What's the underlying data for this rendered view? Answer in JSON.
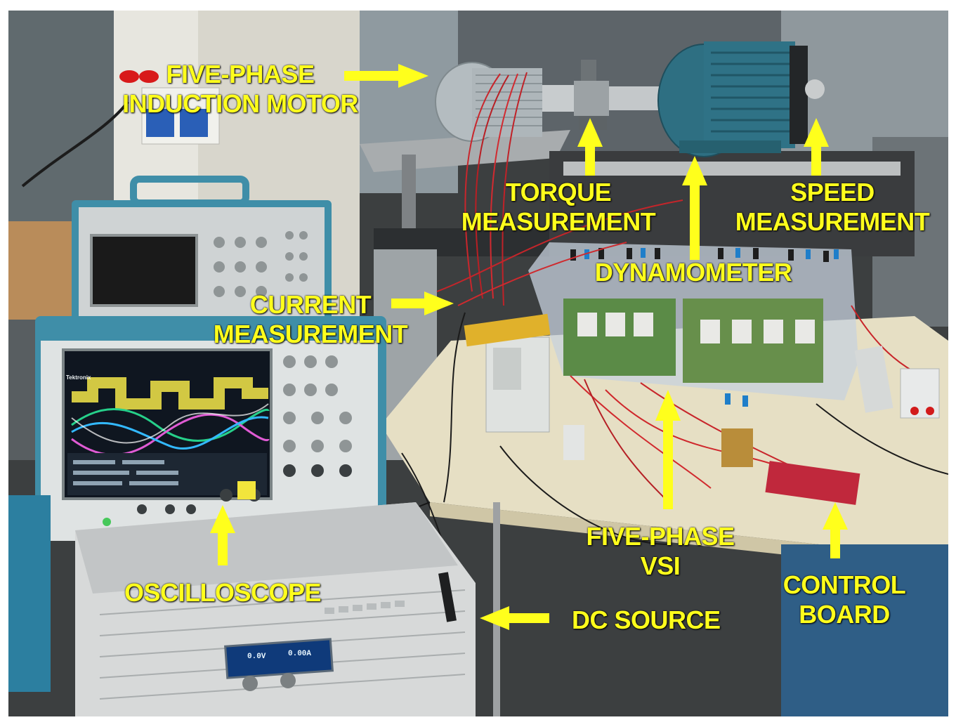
{
  "labels": {
    "motor_line1": "FIVE-PHASE",
    "motor_line2": "INDUCTION MOTOR",
    "torque_line1": "TORQUE",
    "torque_line2": "MEASUREMENT",
    "speed_line1": "SPEED",
    "speed_line2": "MEASUREMENT",
    "dynamometer": "DYNAMOMETER",
    "current_line1": "CURRENT",
    "current_line2": "MEASUREMENT",
    "vsi_line1": "FIVE-PHASE",
    "vsi_line2": "VSI",
    "oscilloscope": "OSCILLOSCOPE",
    "dc_source": "DC SOURCE",
    "control_line1": "CONTROL",
    "control_line2": "BOARD"
  },
  "dc_source_display": {
    "voltage": "0.0V",
    "current": "0.00A"
  },
  "scope_brand": "Tektronix",
  "colors": {
    "label": "#ffff1c",
    "motor": "#b4bcc0",
    "dynamometer": "#2e6f82",
    "table": "#e6dfc4",
    "oscilloscope_body": "#3f8ea8"
  }
}
